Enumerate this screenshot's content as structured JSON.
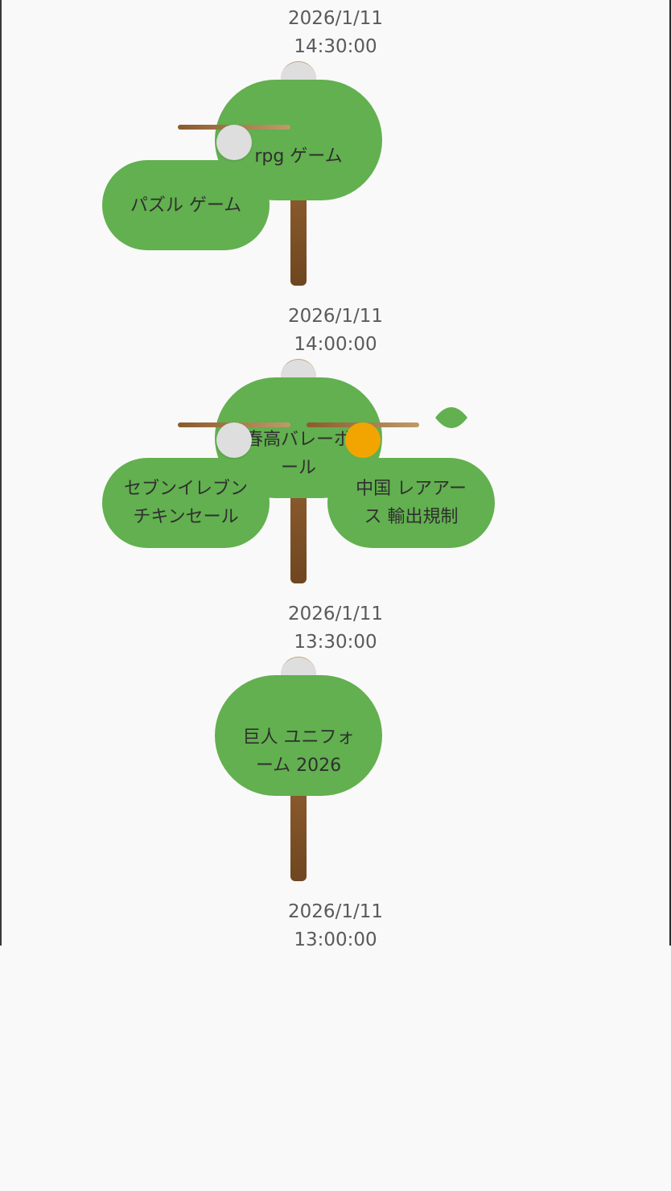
{
  "colors": {
    "background": "#f9f9f9",
    "leaf": "#62b04f",
    "trunk": "#7a4f25",
    "node_default": "#dedede",
    "node_active": "#f2a500",
    "text": "#2f2f2f",
    "timestamp": "#5a5a5a"
  },
  "trees": [
    {
      "date": "2026/1/11",
      "time": "14:30:00",
      "main": "rpg ゲーム",
      "left_leaf": "パズル ゲーム"
    },
    {
      "date": "2026/1/11",
      "time": "14:00:00",
      "main": "春高バレーボール",
      "left_leaf": "セブンイレブン チキンセール",
      "right_leaf": "中国 レアアース 輸出規制",
      "right_node_state": "active"
    },
    {
      "date": "2026/1/11",
      "time": "13:30:00",
      "main": "巨人 ユニフォーム 2026"
    },
    {
      "date": "2026/1/11",
      "time": "13:00:00"
    }
  ]
}
